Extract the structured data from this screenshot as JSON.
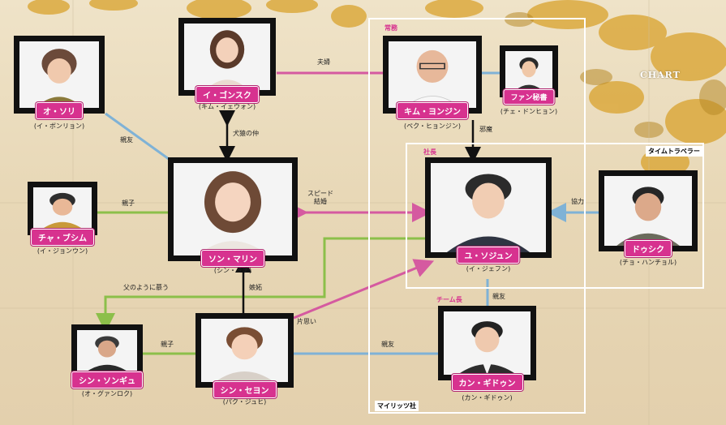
{
  "logo": "CHART",
  "groups": {
    "company": "マイリッツ社",
    "time_traveler": "タイムトラベラー"
  },
  "roles": {
    "executive": "常務",
    "president": "社長",
    "team_leader": "チーム長"
  },
  "characters": {
    "o_sori": {
      "name": "オ・ソリ",
      "actor": "(イ・ボンリョン)"
    },
    "i_gonsuku": {
      "name": "イ・ゴンスク",
      "actor": "(キム・イェウォン)"
    },
    "kim_yongjin": {
      "name": "キム・ヨンジン",
      "actor": "(ペク・ヒョンジン)"
    },
    "fan": {
      "name": "ファン秘書",
      "actor": "(チェ・ドンヒョン)"
    },
    "cha_busim": {
      "name": "チャ・ブシム",
      "actor": "(イ・ジョンウン)"
    },
    "son_marin": {
      "name": "ソン・マリン",
      "actor": "(シン・ミナ)"
    },
    "yu_sojun": {
      "name": "ユ・ソジュン",
      "actor": "(イ・ジェフン)"
    },
    "dosik": {
      "name": "ドゥシク",
      "actor": "(チョ・ハンチョル)"
    },
    "shin_songyu": {
      "name": "シン・ソンギュ",
      "actor": "(オ・グァンロク)"
    },
    "shin_seyon": {
      "name": "シン・セヨン",
      "actor": "(パク・ジュヒ)"
    },
    "kang_gidon": {
      "name": "カン・ギドゥン",
      "actor": "(カン・ギドゥン)"
    }
  },
  "relations": {
    "couple": "夫婦",
    "friend1": "親友",
    "dog_monkey": "犬猿の仲",
    "evil": "邪魔",
    "parent1": "親子",
    "speed_1": "スピード",
    "speed_2": "結婚",
    "cooperate": "協力",
    "like_father": "父のように慕う",
    "jealous": "嫉妬",
    "one_sided": "片思い",
    "parent2": "親子",
    "friend2": "親友",
    "friend3": "親友"
  },
  "colors": {
    "pink_line": "#d55aa0",
    "blue_line": "#7fb2d6",
    "green_line": "#8cbf4a",
    "black_line": "#111111",
    "tag": "#d7328f"
  }
}
